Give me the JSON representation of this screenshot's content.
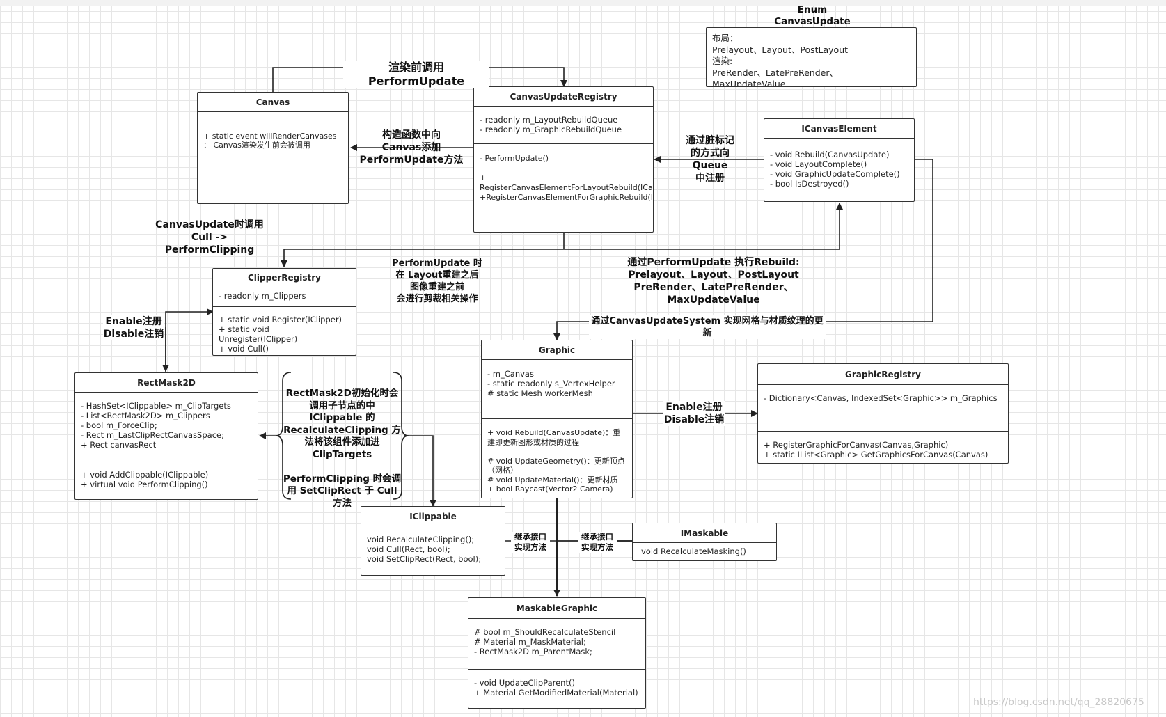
{
  "enum": {
    "title": "Enum\nCanvasUpdate",
    "body": "布局：\nPrelayout、Layout、PostLayout\n渲染:\nPreRender、LatePreRender、MaxUpdateValue"
  },
  "canvas": {
    "title": "Canvas",
    "fields": "+ static event willRenderCanvases\n：  Canvas渲染发生前会被调用"
  },
  "registry": {
    "title": "CanvasUpdateRegistry",
    "fields": "- readonly m_LayoutRebuildQueue\n- readonly m_GraphicRebuildQueue",
    "methods": "- PerformUpdate()\n\n+ RegisterCanvasElementForLayoutRebuild(ICanvasElement)\n+RegisterCanvasElementForGraphicRebuild(ICanvasElement)"
  },
  "icanvaselement": {
    "title": "ICanvasElement",
    "methods": "- void Rebuild(CanvasUpdate)\n- void LayoutComplete()\n- void GraphicUpdateComplete()\n- bool IsDestroyed()"
  },
  "clipper": {
    "title": "ClipperRegistry",
    "fields": "- readonly m_Clippers",
    "methods": "+ static void Register(IClipper)\n+ static void Unregister(IClipper)\n+ void Cull()"
  },
  "rectmask": {
    "title": "RectMask2D",
    "fields": "- HashSet<IClippable> m_ClipTargets\n- List<RectMask2D> m_Clippers\n- bool m_ForceClip;\n- Rect m_LastClipRectCanvasSpace;\n+ Rect canvasRect",
    "methods": "+ void AddClippable(IClippable)\n+ virtual void PerformClipping()"
  },
  "graphic": {
    "title": "Graphic",
    "fields": "- m_Canvas\n- static readonly s_VertexHelper\n# static Mesh workerMesh",
    "methods": "+ void Rebuild(CanvasUpdate)：重建即更新图形或材质的过程\n\n# void UpdateGeometry()：更新顶点（网格）\n# void UpdateMaterial()：更新材质\n+ bool Raycast(Vector2 Camera)"
  },
  "graphicregistry": {
    "title": "GraphicRegistry",
    "fields": "- Dictionary<Canvas, IndexedSet<Graphic>> m_Graphics",
    "methods": "+ RegisterGraphicForCanvas(Canvas,Graphic)\n+ static IList<Graphic> GetGraphicsForCanvas(Canvas)"
  },
  "iclippable": {
    "title": "IClippable",
    "methods": "void RecalculateClipping();\nvoid Cull(Rect, bool);\nvoid SetClipRect(Rect, bool);"
  },
  "imaskable": {
    "title": "IMaskable",
    "methods": "void RecalculateMasking()"
  },
  "maskable": {
    "title": "MaskableGraphic",
    "fields": "# bool m_ShouldRecalculateStencil\n# Material m_MaskMaterial;\n- RectMask2D m_ParentMask;",
    "methods": "- void UpdateClipParent()\n+ Material GetModifiedMaterial(Material)"
  },
  "labels": {
    "perform_update": "渲染前调用PerformUpdate",
    "ctor_add": "构造函数中向\nCanvas添加\nPerformUpdate方法",
    "dirty_mark": "通过脏标记\n的方式向\nQueue\n中注册",
    "cull": "CanvasUpdate时调用\nCull ->\nPerformClipping",
    "perform_clip_note": "PerformUpdate 时\n在 Layout重建之后\n图像重建之前\n会进行剪裁相关操作",
    "rebuild_note": "通过PerformUpdate 执行Rebuild:\nPrelayout、Layout、PostLayout\nPreRender、LatePreRender、MaxUpdateValue",
    "update_system": "通过CanvasUpdateSystem 实现网格与材质纹理的更新",
    "enable_left": "Enable注册\nDisable注销",
    "enable_right": "Enable注册\nDisable注销",
    "brace_text": "RectMask2D初始化时会调用子节点的中 IClippable 的 RecalculateClipping 方法将该组件添加进 ClipTargets\n\nPerformClipping 时会调用 SetClipRect 于 Cull 方法",
    "inherit_left": "继承接口\n实现方法",
    "inherit_right": "继承接口\n实现方法"
  },
  "watermark": "https://blog.csdn.net/qq_28820675"
}
